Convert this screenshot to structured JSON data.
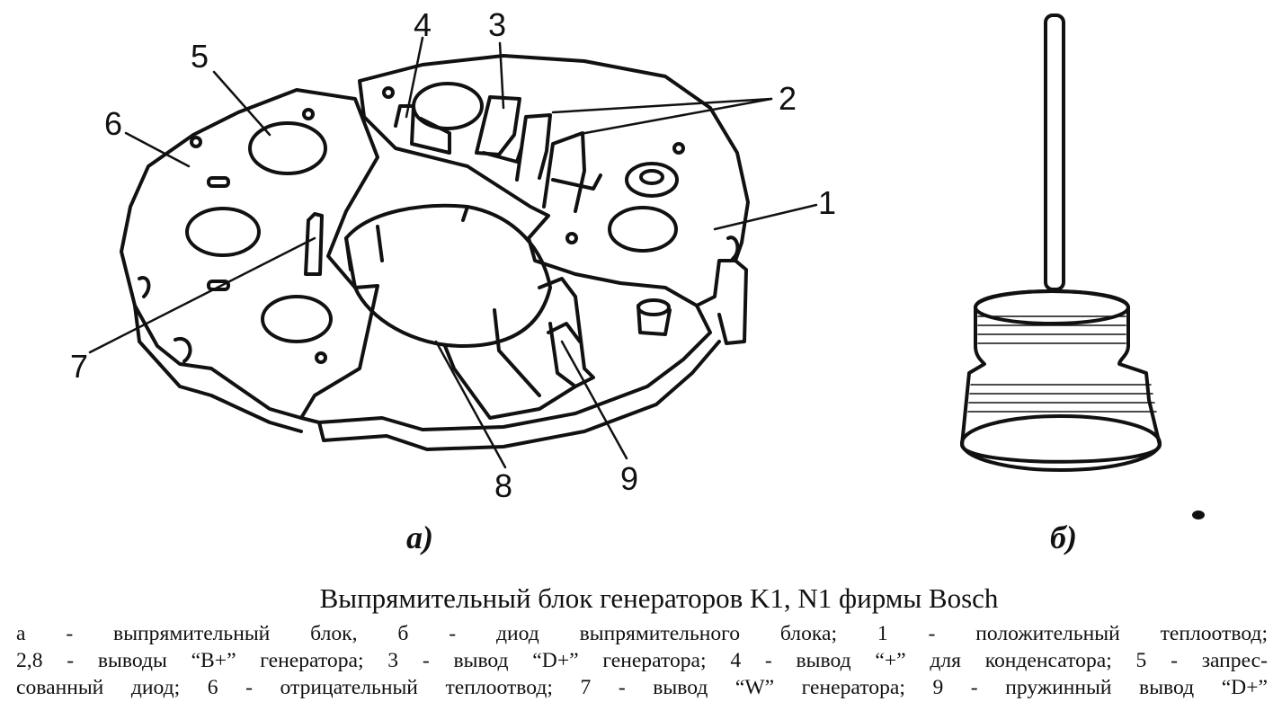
{
  "figure_a": {
    "callouts": [
      "1",
      "2",
      "3",
      "4",
      "5",
      "6",
      "7",
      "8",
      "9"
    ],
    "sublabel": "а)"
  },
  "figure_b": {
    "sublabel": "б)"
  },
  "caption": {
    "title": "Выпрямительный блок генераторов K1, N1 фирмы Bosch",
    "lines": [
      "а - выпрямительный блок, б - диод выпрямительного блока; 1 - положительный теплоотвод;",
      "2,8 - выводы “B+” генератора; 3 - вывод “D+” генератора; 4 - вывод “+” для конденсатора; 5 - запрес-",
      "сованный диод; 6 - отрицательный теплоотвод; 7 - вывод “W” генератора; 9 - пружинный вывод “D+”"
    ]
  }
}
